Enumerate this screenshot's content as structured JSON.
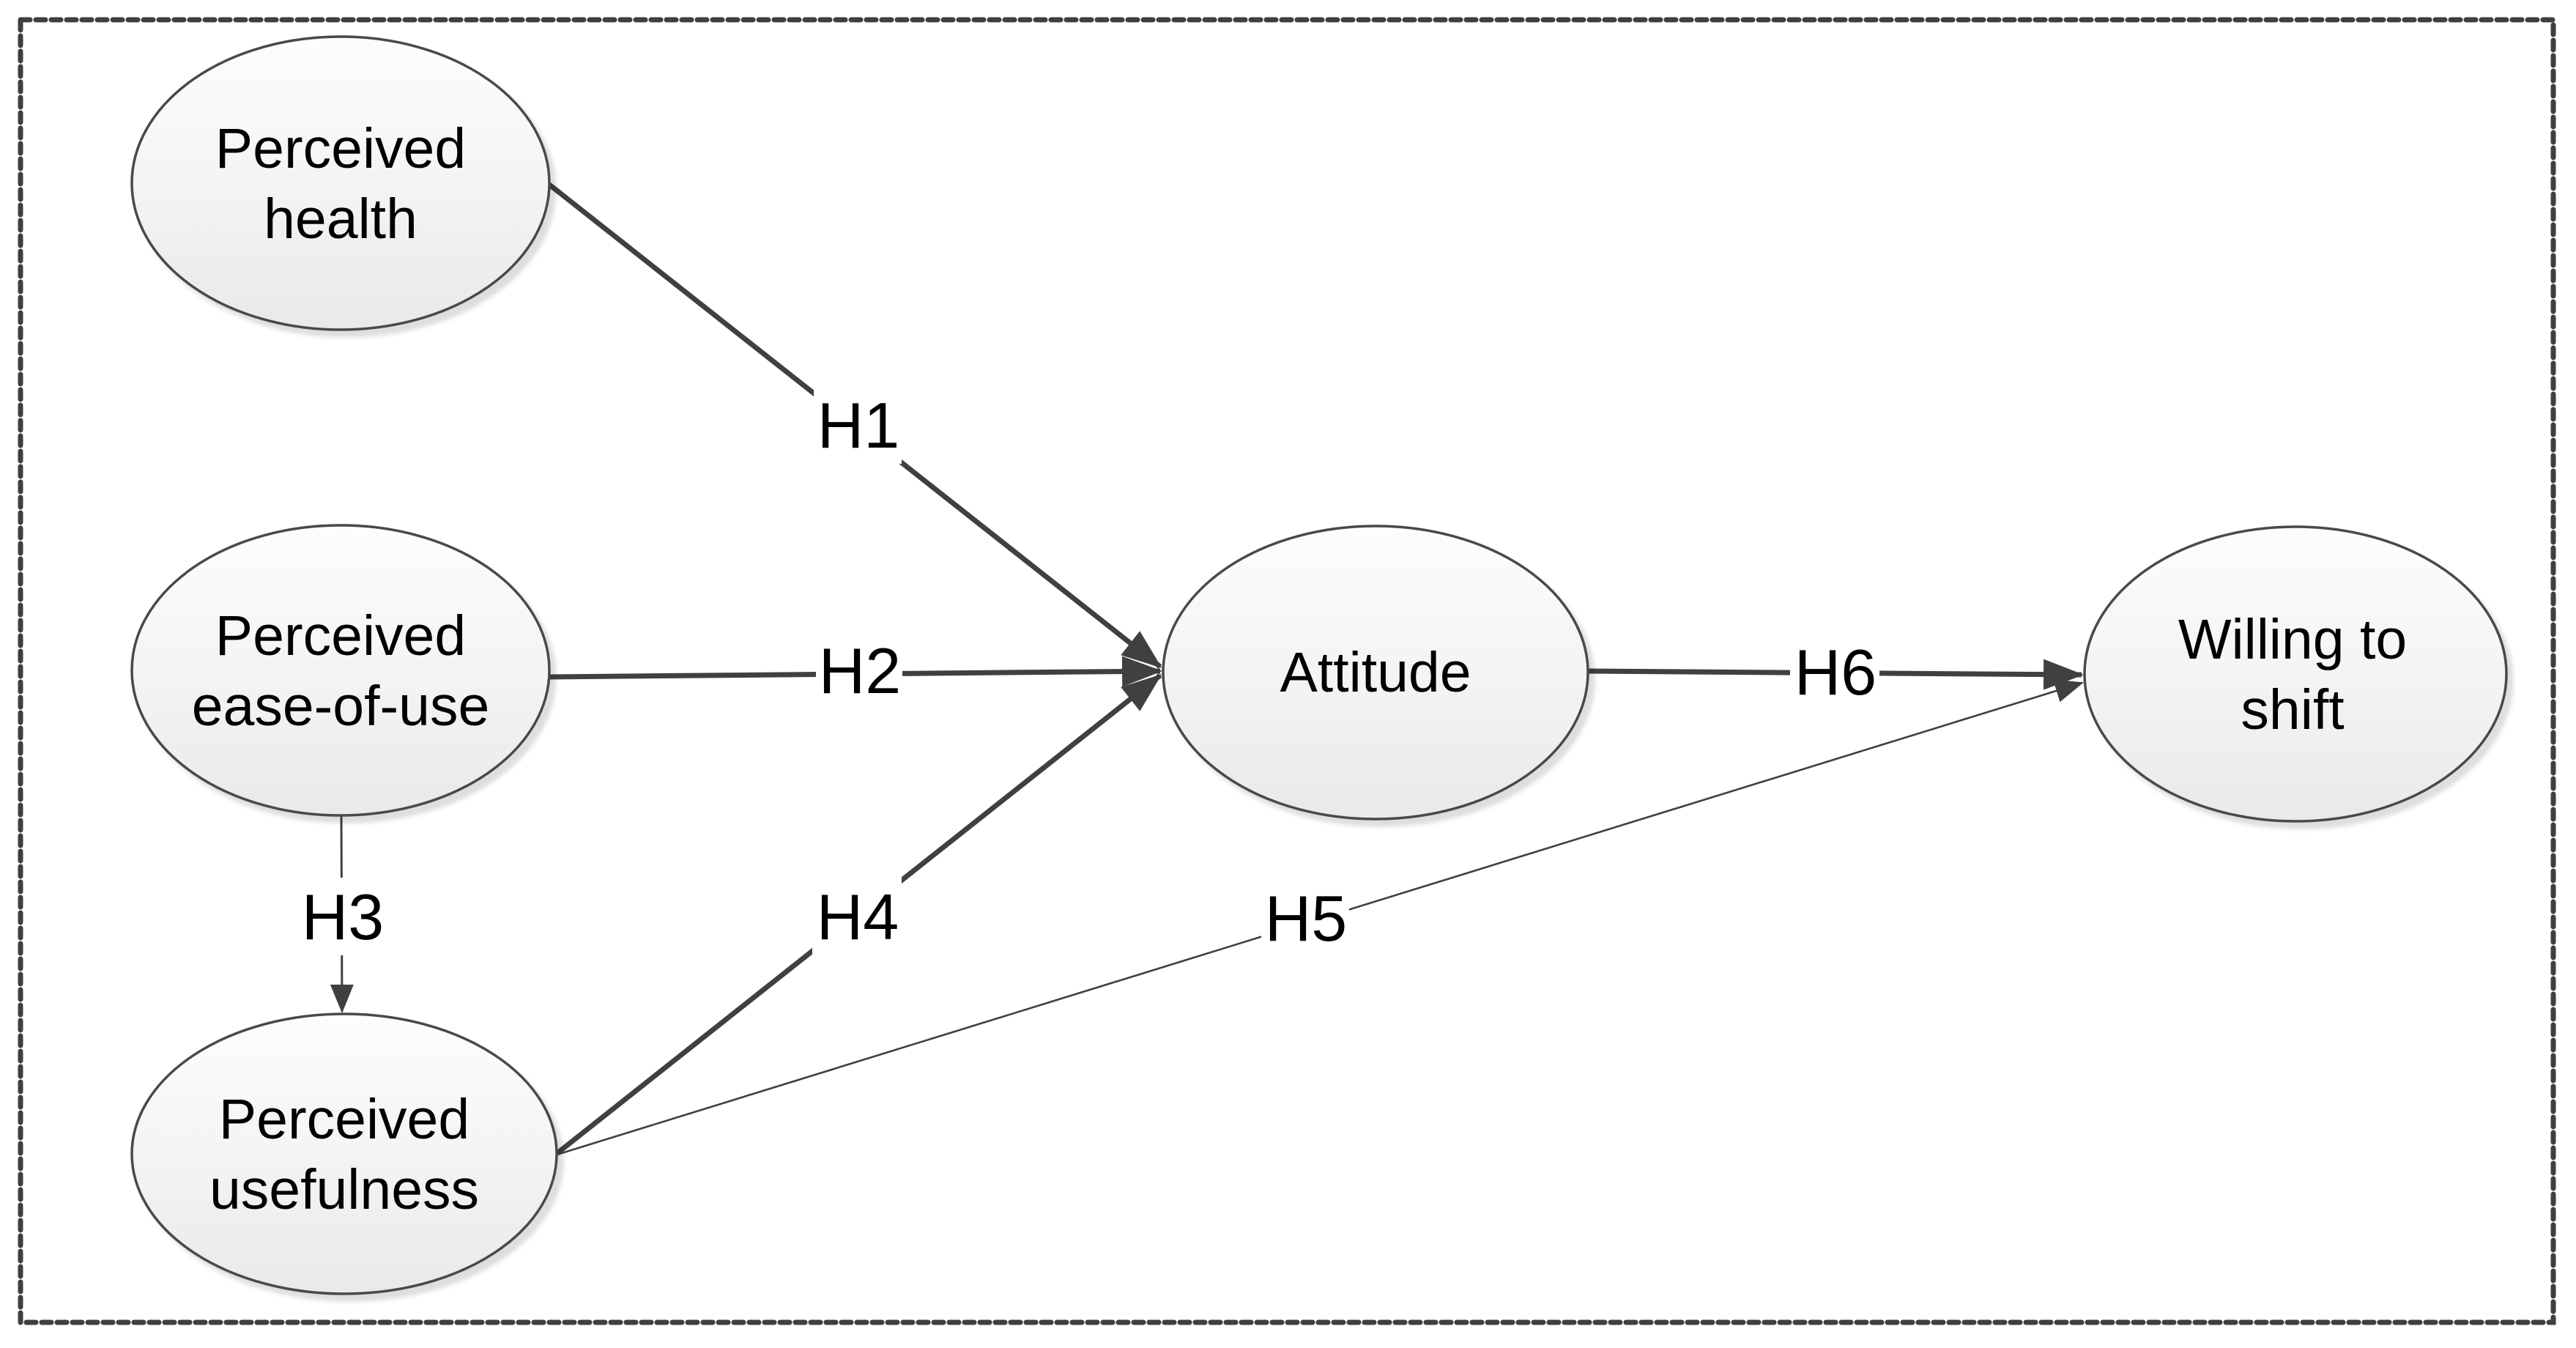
{
  "diagram": {
    "type": "path-model",
    "background_color": "#ffffff",
    "border_color": "#3f3f3f",
    "connector_color": "#404040",
    "node_stroke_color": "#4a4a4a",
    "node_fill_top": "#fdfdfd",
    "node_fill_bottom": "#e9e9e9",
    "text_color": "#000000",
    "nodes": [
      {
        "id": "perceived-health",
        "line1": "Perceived",
        "line2": "health"
      },
      {
        "id": "perceived-ease-of-use",
        "line1": "Perceived",
        "line2": "ease-of-use"
      },
      {
        "id": "perceived-usefulness",
        "line1": "Perceived",
        "line2": "usefulness"
      },
      {
        "id": "attitude",
        "line1": "Attitude",
        "line2": ""
      },
      {
        "id": "willing-to-shift",
        "line1": "Willing to",
        "line2": "shift"
      }
    ],
    "edges": [
      {
        "id": "h1",
        "label": "H1",
        "from": "perceived-health",
        "to": "attitude",
        "style": "thick"
      },
      {
        "id": "h2",
        "label": "H2",
        "from": "perceived-ease-of-use",
        "to": "attitude",
        "style": "thick"
      },
      {
        "id": "h3",
        "label": "H3",
        "from": "perceived-ease-of-use",
        "to": "perceived-usefulness",
        "style": "thin"
      },
      {
        "id": "h4",
        "label": "H4",
        "from": "perceived-usefulness",
        "to": "attitude",
        "style": "thick"
      },
      {
        "id": "h5",
        "label": "H5",
        "from": "perceived-usefulness",
        "to": "willing-to-shift",
        "style": "thin"
      },
      {
        "id": "h6",
        "label": "H6",
        "from": "attitude",
        "to": "willing-to-shift",
        "style": "thick"
      }
    ]
  }
}
